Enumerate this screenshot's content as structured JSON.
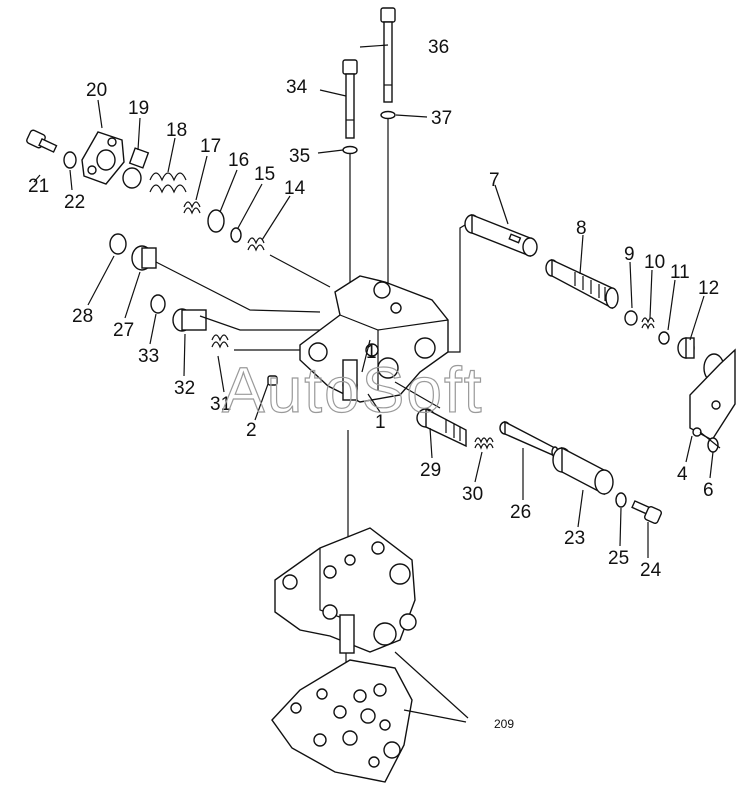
{
  "watermark": "AutoSoft",
  "parts": [
    {
      "id": "1a",
      "label": "1"
    },
    {
      "id": "1b",
      "label": "1"
    },
    {
      "id": "2",
      "label": "2"
    },
    {
      "id": "4",
      "label": "4"
    },
    {
      "id": "6",
      "label": "6"
    },
    {
      "id": "7",
      "label": "7"
    },
    {
      "id": "8",
      "label": "8"
    },
    {
      "id": "9",
      "label": "9"
    },
    {
      "id": "10",
      "label": "10"
    },
    {
      "id": "11",
      "label": "11"
    },
    {
      "id": "12",
      "label": "12"
    },
    {
      "id": "14",
      "label": "14"
    },
    {
      "id": "15",
      "label": "15"
    },
    {
      "id": "16",
      "label": "16"
    },
    {
      "id": "17",
      "label": "17"
    },
    {
      "id": "18",
      "label": "18"
    },
    {
      "id": "19",
      "label": "19"
    },
    {
      "id": "20",
      "label": "20"
    },
    {
      "id": "21",
      "label": "21"
    },
    {
      "id": "22",
      "label": "22"
    },
    {
      "id": "23",
      "label": "23"
    },
    {
      "id": "24",
      "label": "24"
    },
    {
      "id": "25",
      "label": "25"
    },
    {
      "id": "26",
      "label": "26"
    },
    {
      "id": "27",
      "label": "27"
    },
    {
      "id": "28",
      "label": "28"
    },
    {
      "id": "29",
      "label": "29"
    },
    {
      "id": "30",
      "label": "30"
    },
    {
      "id": "31",
      "label": "31"
    },
    {
      "id": "32",
      "label": "32"
    },
    {
      "id": "33",
      "label": "33"
    },
    {
      "id": "34",
      "label": "34"
    },
    {
      "id": "35",
      "label": "35"
    },
    {
      "id": "36",
      "label": "36"
    },
    {
      "id": "37",
      "label": "37"
    },
    {
      "id": "209",
      "label": "209"
    }
  ]
}
